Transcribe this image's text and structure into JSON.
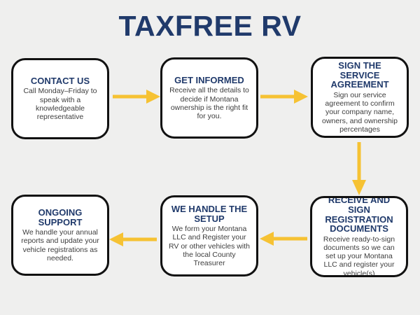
{
  "title": "TAXFREE RV",
  "colors": {
    "background": "#efefee",
    "box_fill": "#ffffff",
    "box_border": "#111111",
    "heading_navy": "#203a6b",
    "body_text": "#3d3d3d",
    "arrow_yellow": "#f6c233"
  },
  "steps": [
    {
      "heading": "CONTACT US",
      "body": "Call Monday–Friday to speak with a knowledgeable representative"
    },
    {
      "heading": "GET INFORMED",
      "body": "Receive all the details to decide if Montana ownership is the right fit for you."
    },
    {
      "heading": "SIGN THE SERVICE AGREEMENT",
      "body": "Sign our service agreement to confirm your company name, owners, and ownership percentages"
    },
    {
      "heading": "RECEIVE AND SIGN REGISTRATION DOCUMENTS",
      "body": "Receive ready-to-sign documents so we can set up your Montana LLC and register your vehicle(s)"
    },
    {
      "heading": "WE HANDLE THE SETUP",
      "body": "We form your Montana LLC and Register your RV or other vehicles with the local County Treasurer"
    },
    {
      "heading": "ONGOING SUPPORT",
      "body": "We handle your annual reports and update your vehicle registrations as needed."
    }
  ]
}
